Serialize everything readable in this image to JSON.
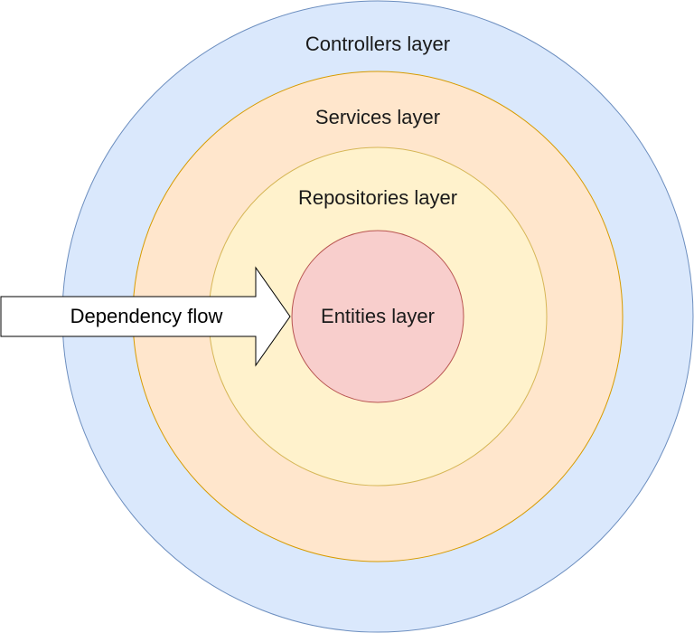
{
  "diagram": {
    "layers": [
      {
        "label": "Controllers layer",
        "fill": "#dae8fc",
        "stroke": "#6c8ebf"
      },
      {
        "label": "Services layer",
        "fill": "#ffe6cc",
        "stroke": "#d79b00"
      },
      {
        "label": "Repositories layer",
        "fill": "#fff2cc",
        "stroke": "#d6b656"
      },
      {
        "label": "Entities layer",
        "fill": "#f8cecc",
        "stroke": "#b85450"
      }
    ],
    "arrow": {
      "label": "Dependency flow",
      "fill": "#ffffff",
      "stroke": "#000000"
    }
  }
}
